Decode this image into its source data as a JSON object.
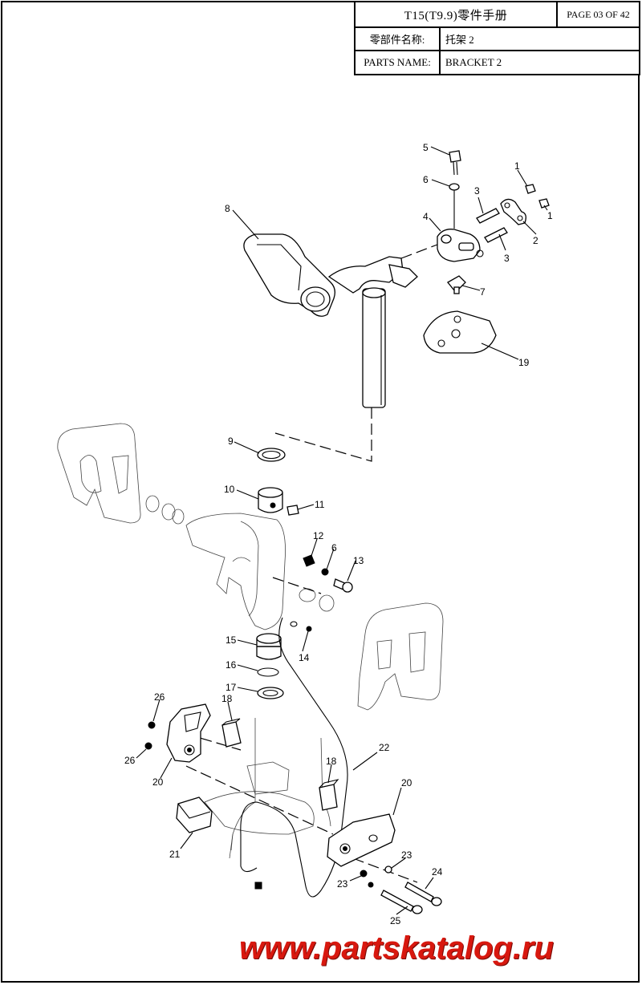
{
  "title_block": {
    "title": "T15(T9.9)零件手册",
    "page": "PAGE 03 OF 42",
    "cn_label": "零部件名称:",
    "cn_value": "托架 2",
    "en_label": "PARTS NAME:",
    "en_value": "BRACKET 2"
  },
  "callouts": {
    "c1a": "1",
    "c1b": "1",
    "c2": "2",
    "c3a": "3",
    "c3b": "3",
    "c4": "4",
    "c5": "5",
    "c6a": "6",
    "c6b": "6",
    "c7": "7",
    "c8": "8",
    "c9": "9",
    "c10": "10",
    "c11": "11",
    "c12": "12",
    "c13": "13",
    "c14": "14",
    "c15": "15",
    "c16": "16",
    "c17": "17",
    "c18a": "18",
    "c18b": "18",
    "c19": "19",
    "c20a": "20",
    "c20b": "20",
    "c21": "21",
    "c22": "22",
    "c23a": "23",
    "c23b": "23",
    "c24": "24",
    "c25": "25",
    "c26a": "26",
    "c26b": "26"
  },
  "watermark": "www.partskatalog.ru",
  "colors": {
    "line": "#000000",
    "watermark": "#d8180f",
    "background": "#ffffff"
  }
}
